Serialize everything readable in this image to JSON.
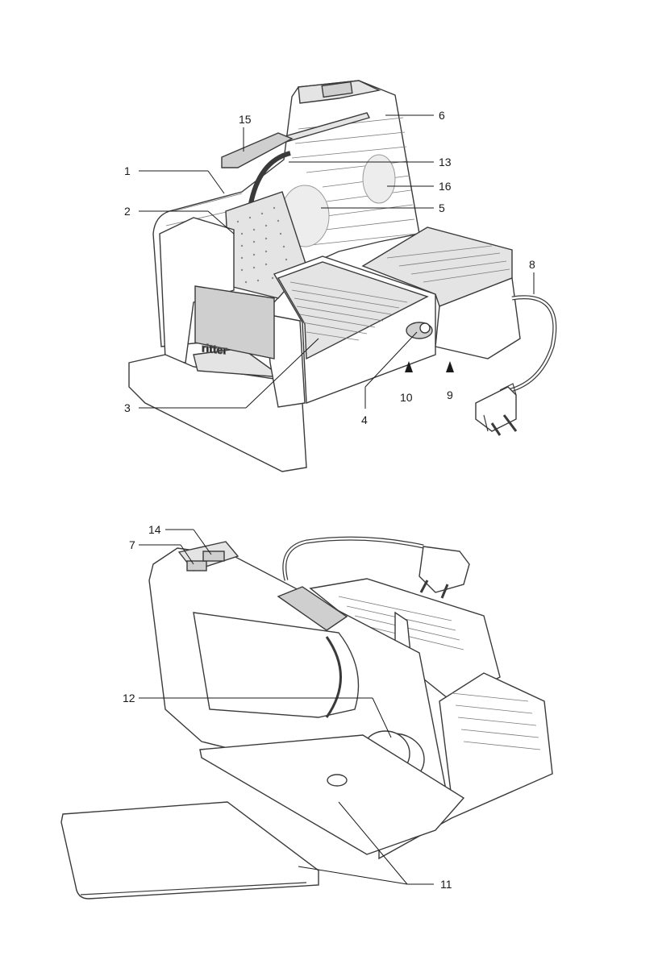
{
  "brand_logo_text": "ritter",
  "top_figure_callouts": [
    {
      "id": "c15",
      "label": "15"
    },
    {
      "id": "c6",
      "label": "6"
    },
    {
      "id": "c1",
      "label": "1"
    },
    {
      "id": "c13",
      "label": "13"
    },
    {
      "id": "c16",
      "label": "16"
    },
    {
      "id": "c2",
      "label": "2"
    },
    {
      "id": "c5",
      "label": "5"
    },
    {
      "id": "c8",
      "label": "8"
    },
    {
      "id": "c3",
      "label": "3"
    },
    {
      "id": "c4",
      "label": "4"
    },
    {
      "id": "c10",
      "label": "10"
    },
    {
      "id": "c9",
      "label": "9"
    }
  ],
  "bottom_figure_callouts": [
    {
      "id": "c14",
      "label": "14"
    },
    {
      "id": "c7",
      "label": "7"
    },
    {
      "id": "c12",
      "label": "12"
    },
    {
      "id": "c11",
      "label": "11"
    }
  ]
}
